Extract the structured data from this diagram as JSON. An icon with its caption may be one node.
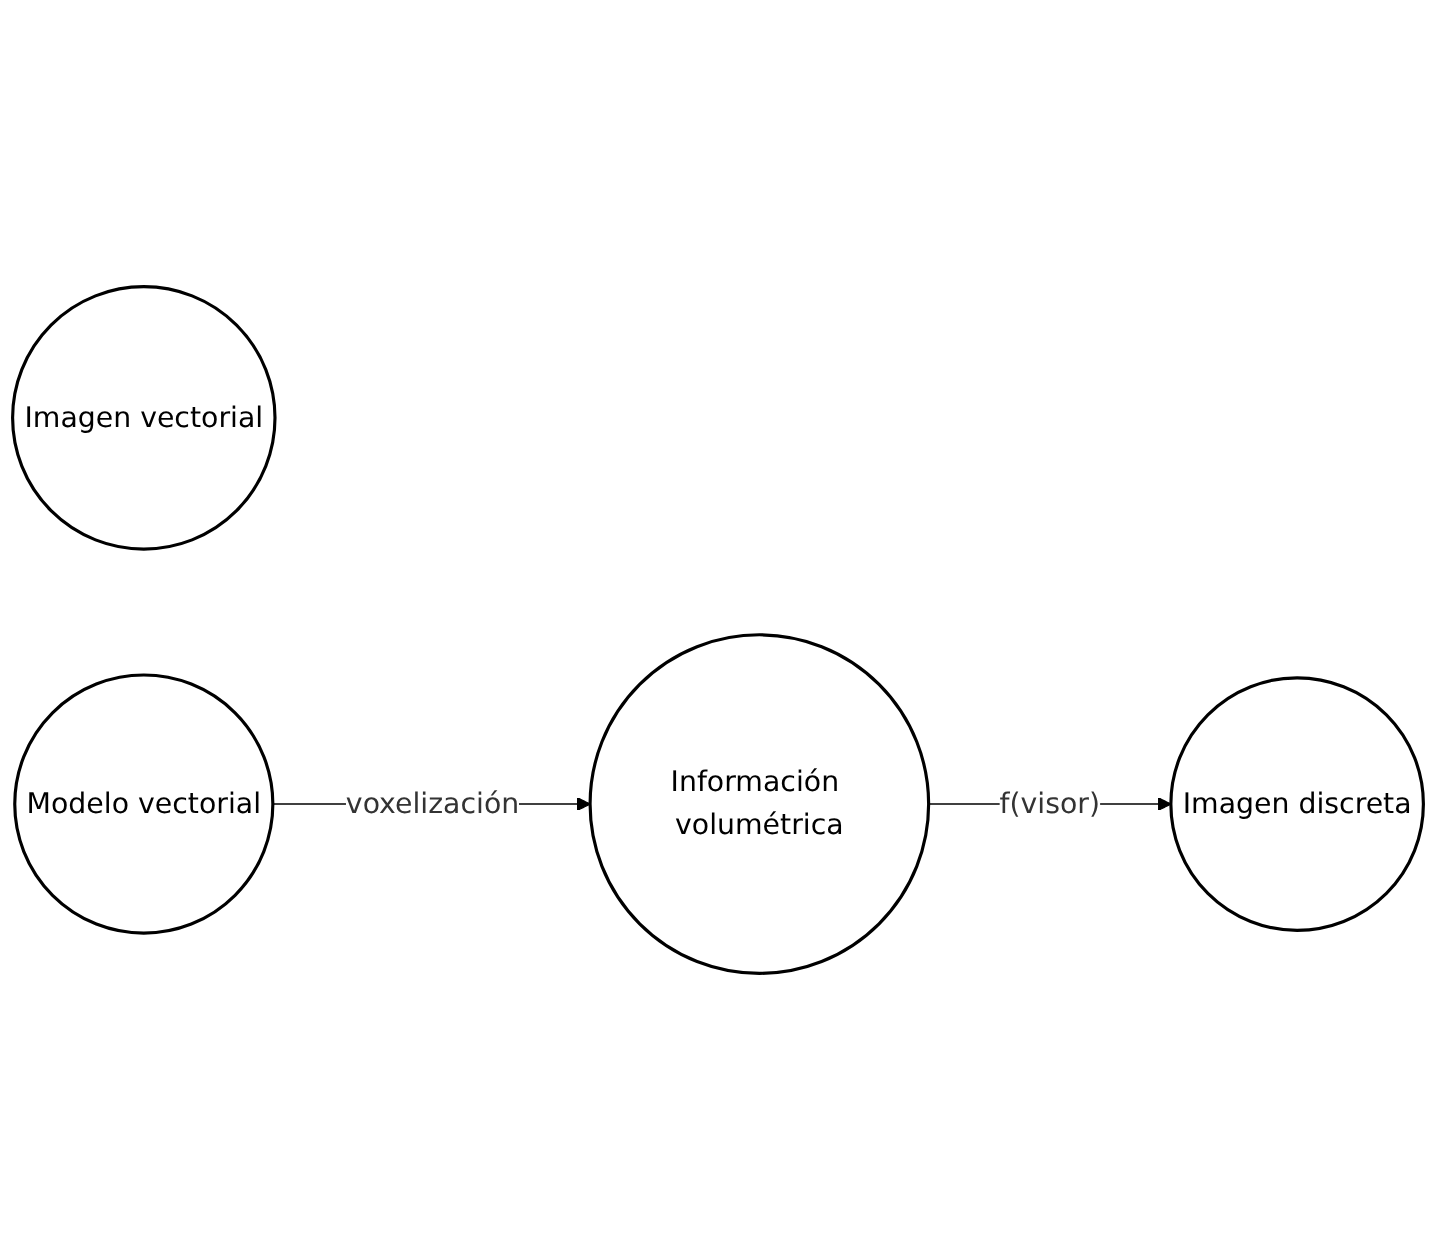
{
  "diagram": {
    "nodes": [
      {
        "text": [
          "Imagen vectorial"
        ]
      },
      {
        "text": [
          "Imagen discreta"
        ]
      },
      {
        "text": [
          "Modelo vectorial"
        ]
      },
      {
        "text": [
          "Información volumétrica"
        ]
      }
    ],
    "edges": [
      {
        "from": 2,
        "to": 3,
        "arrow": "to",
        "label": "voxelización"
      },
      {
        "from": 3,
        "to": 1,
        "arrow": "to",
        "label": "f(visor)"
      }
    ]
  }
}
